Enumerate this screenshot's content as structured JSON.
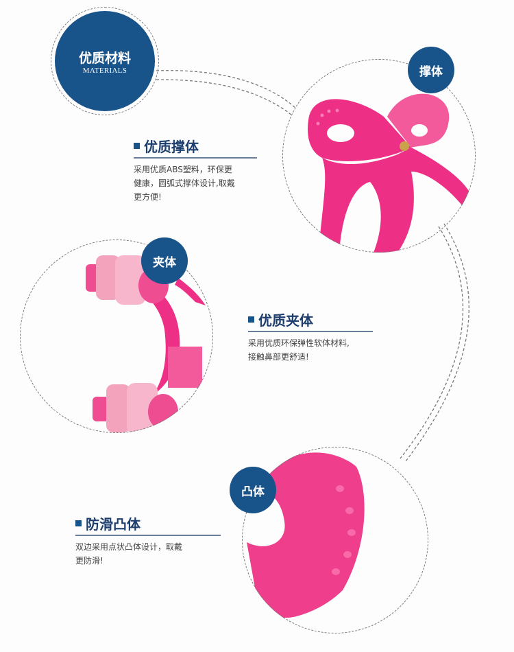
{
  "header_badge": {
    "title_cn": "优质材料",
    "title_en": "MATERIALS"
  },
  "features": [
    {
      "badge": "撑体",
      "title": "优质撑体",
      "desc_lines": [
        "采用优质ABS塑料，环保更",
        "健康，圆弧式撑体设计,取戴",
        "更方便!"
      ]
    },
    {
      "badge": "夹体",
      "title": "优质夹体",
      "desc_lines": [
        "采用优质环保弹性软体材料,",
        "接触鼻部更舒适!"
      ]
    },
    {
      "badge": "凸体",
      "title": "防滑凸体",
      "desc_lines": [
        "双边采用点状凸体设计，取戴",
        "更防滑!"
      ]
    }
  ],
  "colors": {
    "brand_blue": "#18538a",
    "title_blue": "#1e3f6e",
    "product_pink": "#ee3e8c",
    "pad_pink": "#f4a3bd"
  }
}
